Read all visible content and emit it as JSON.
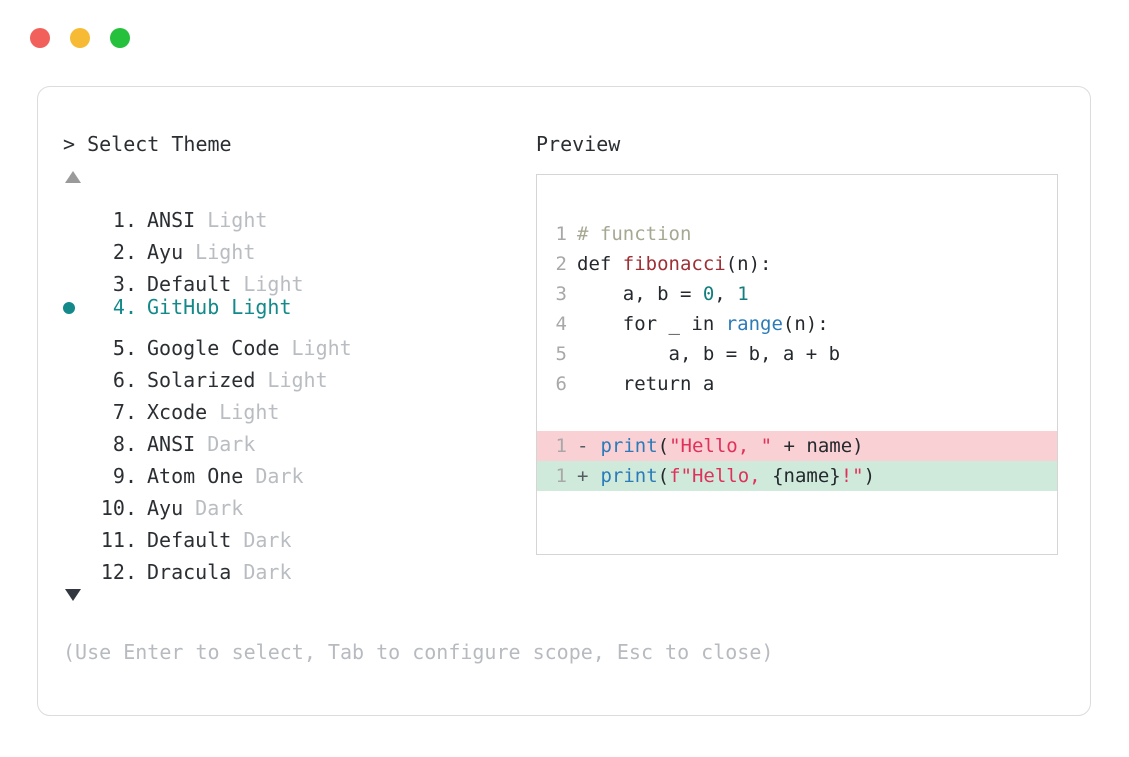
{
  "window": {
    "dots": [
      {
        "name": "close",
        "color": "#f2605c"
      },
      {
        "name": "minimize",
        "color": "#f7ba34"
      },
      {
        "name": "maximize",
        "color": "#25c03c"
      }
    ]
  },
  "prompt": {
    "title": "> Select Theme",
    "scroll_up_icon": "triangle-up",
    "scroll_down_icon": "triangle-down"
  },
  "themes": [
    {
      "index": "1.",
      "name": "ANSI",
      "variant": "Light",
      "selected": false
    },
    {
      "index": "2.",
      "name": "Ayu",
      "variant": "Light",
      "selected": false
    },
    {
      "index": "3.",
      "name": "Default",
      "variant": "Light",
      "selected": false
    },
    {
      "index": "4.",
      "name": "GitHub",
      "variant": "Light",
      "selected": true
    },
    {
      "index": "5.",
      "name": "Google Code",
      "variant": "Light",
      "selected": false
    },
    {
      "index": "6.",
      "name": "Solarized",
      "variant": "Light",
      "selected": false
    },
    {
      "index": "7.",
      "name": "Xcode",
      "variant": "Light",
      "selected": false
    },
    {
      "index": "8.",
      "name": "ANSI",
      "variant": "Dark",
      "selected": false
    },
    {
      "index": "9.",
      "name": "Atom One",
      "variant": "Dark",
      "selected": false
    },
    {
      "index": "10.",
      "name": "Ayu",
      "variant": "Dark",
      "selected": false
    },
    {
      "index": "11.",
      "name": "Default",
      "variant": "Dark",
      "selected": false
    },
    {
      "index": "12.",
      "name": "Dracula",
      "variant": "Dark",
      "selected": false
    }
  ],
  "preview": {
    "label": "Preview",
    "code_lines": [
      {
        "num": "1",
        "tokens": [
          {
            "t": "# function",
            "c": "comment"
          }
        ]
      },
      {
        "num": "2",
        "tokens": [
          {
            "t": "def ",
            "c": "kw"
          },
          {
            "t": "fibonacci",
            "c": "fn-def"
          },
          {
            "t": "(n):",
            "c": "plain"
          }
        ]
      },
      {
        "num": "3",
        "tokens": [
          {
            "t": "    a, b = ",
            "c": "plain"
          },
          {
            "t": "0",
            "c": "num"
          },
          {
            "t": ", ",
            "c": "plain"
          },
          {
            "t": "1",
            "c": "num"
          }
        ]
      },
      {
        "num": "4",
        "tokens": [
          {
            "t": "    for _ in ",
            "c": "plain"
          },
          {
            "t": "range",
            "c": "builtin"
          },
          {
            "t": "(n):",
            "c": "plain"
          }
        ]
      },
      {
        "num": "5",
        "tokens": [
          {
            "t": "        a, b = b, a + b",
            "c": "plain"
          }
        ]
      },
      {
        "num": "6",
        "tokens": [
          {
            "t": "    return a",
            "c": "plain"
          }
        ]
      }
    ],
    "diff_lines": [
      {
        "num": "1",
        "mark": "-",
        "kind": "del",
        "tokens": [
          {
            "t": "print",
            "c": "builtin"
          },
          {
            "t": "(",
            "c": "plain"
          },
          {
            "t": "\"Hello, \"",
            "c": "str"
          },
          {
            "t": " + name)",
            "c": "plain"
          }
        ]
      },
      {
        "num": "1",
        "mark": "+",
        "kind": "add",
        "tokens": [
          {
            "t": "print",
            "c": "builtin"
          },
          {
            "t": "(",
            "c": "plain"
          },
          {
            "t": "f\"Hello, ",
            "c": "str"
          },
          {
            "t": "{name}",
            "c": "plain"
          },
          {
            "t": "!\"",
            "c": "str"
          },
          {
            "t": ")",
            "c": "plain"
          }
        ]
      }
    ]
  },
  "footer": {
    "hint": "(Use Enter to select, Tab to configure scope, Esc to close)"
  },
  "colors": {
    "accent_teal": "#13898a",
    "diff_del_bg": "#f9d0d4",
    "diff_add_bg": "#cfeadb",
    "muted": "#b9bdc2"
  }
}
